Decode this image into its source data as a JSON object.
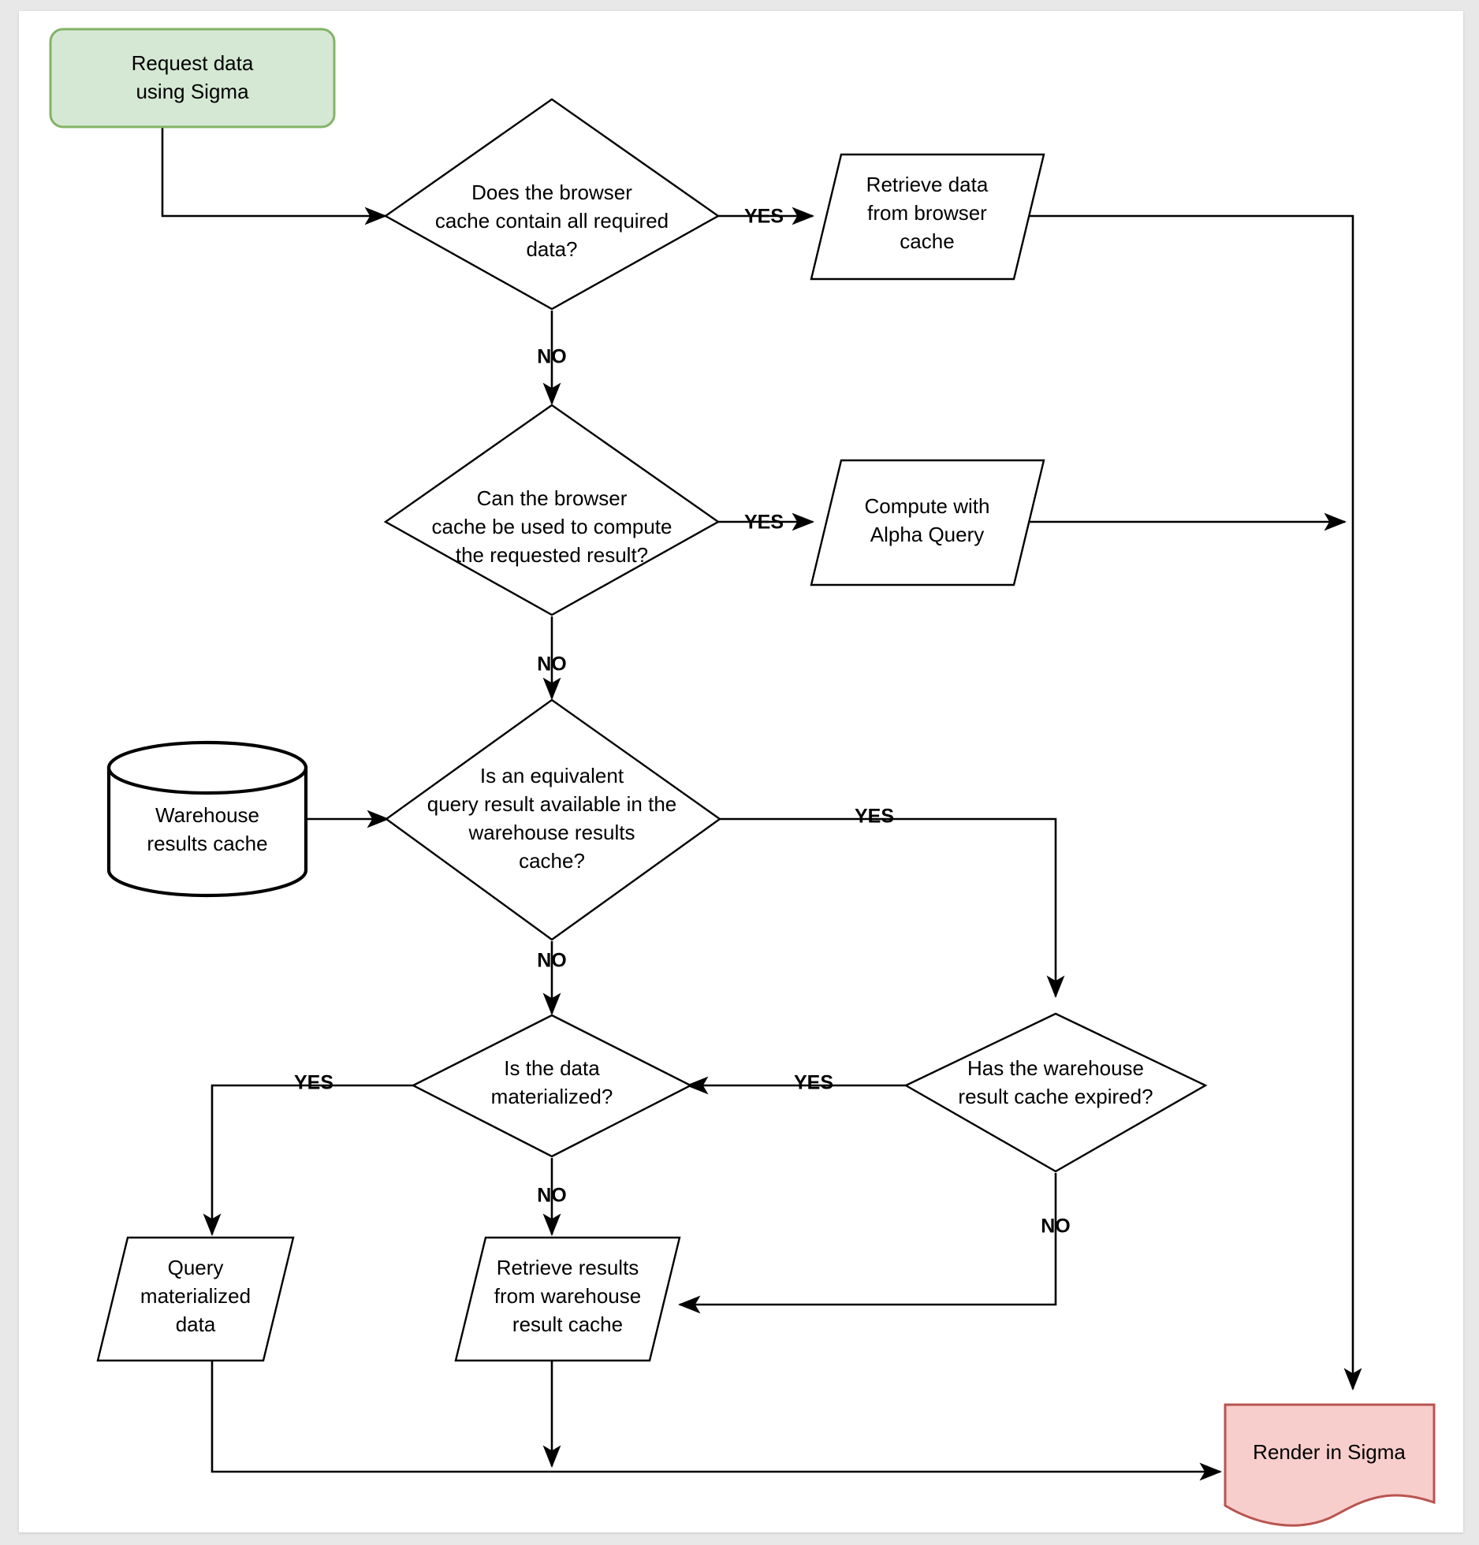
{
  "diagram": {
    "title": "Sigma data request caching flowchart",
    "type": "flowchart",
    "colors": {
      "page_background": "#E8E8E8",
      "canvas": "#FFFFFF",
      "start_fill": "#D5E8D4",
      "start_stroke": "#82B366",
      "end_fill": "#F8CECC",
      "end_stroke": "#B85450",
      "shape_fill": "#FFFFFF",
      "shape_stroke": "#000000",
      "edge": "#000000",
      "text": "#000000"
    },
    "nodes": [
      {
        "id": "start",
        "shape": "rounded-rectangle",
        "lines": [
          "Request data",
          "using Sigma"
        ]
      },
      {
        "id": "d1",
        "shape": "diamond",
        "lines": [
          "Does the browser",
          "cache contain all required",
          "data?"
        ]
      },
      {
        "id": "p1",
        "shape": "parallelogram",
        "lines": [
          "Retrieve data",
          "from browser",
          "cache"
        ]
      },
      {
        "id": "d2",
        "shape": "diamond",
        "lines": [
          "Can the browser",
          "cache be used to compute",
          "the requested result?"
        ]
      },
      {
        "id": "p2",
        "shape": "parallelogram",
        "lines": [
          "Compute with",
          "Alpha Query"
        ]
      },
      {
        "id": "db",
        "shape": "cylinder",
        "lines": [
          "Warehouse",
          "results cache"
        ]
      },
      {
        "id": "d3",
        "shape": "diamond",
        "lines": [
          "Is an equivalent",
          "query result available in the",
          "warehouse results",
          "cache?"
        ]
      },
      {
        "id": "d4",
        "shape": "diamond",
        "lines": [
          "Is the data",
          "materialized?"
        ]
      },
      {
        "id": "d5",
        "shape": "diamond",
        "lines": [
          "Has the warehouse",
          "result cache expired?"
        ]
      },
      {
        "id": "p3",
        "shape": "parallelogram",
        "lines": [
          "Query",
          "materialized",
          "data"
        ]
      },
      {
        "id": "p4",
        "shape": "parallelogram",
        "lines": [
          "Retrieve results",
          "from warehouse",
          "result cache"
        ]
      },
      {
        "id": "end",
        "shape": "document",
        "lines": [
          "Render in Sigma"
        ]
      }
    ],
    "edge_labels": {
      "d1_yes": "YES",
      "d1_no": "NO",
      "d2_yes": "YES",
      "d2_no": "NO",
      "d3_yes": "YES",
      "d3_no": "NO",
      "d4_yes": "YES",
      "d4_no": "NO",
      "d5_yes": "YES",
      "d5_no": "NO"
    }
  }
}
